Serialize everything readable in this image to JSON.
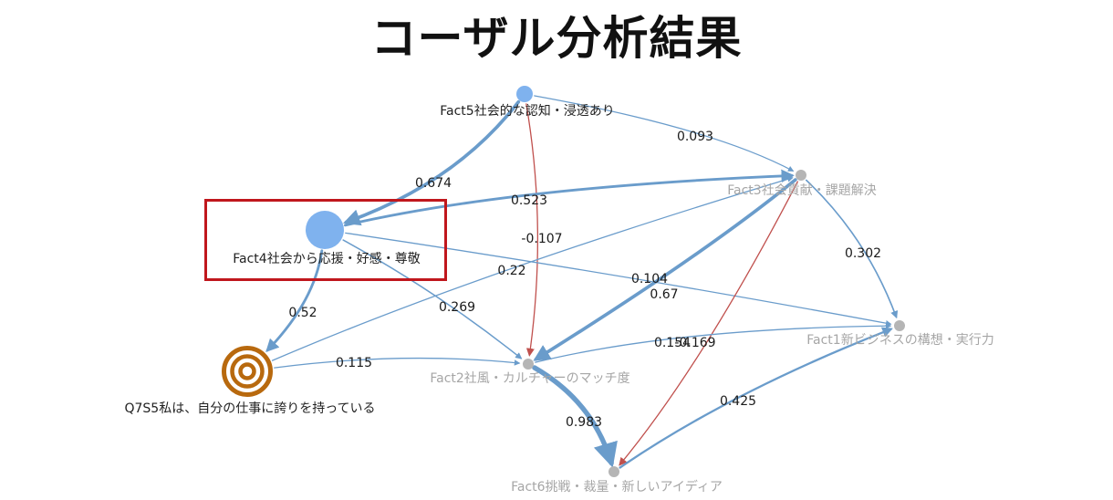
{
  "title": "コーザル分析結果",
  "colors": {
    "edge_blue": "#6a9ccb",
    "edge_red": "#c0504d",
    "node_blue": "#7fb2ee",
    "node_grey": "#b5b5b5",
    "target_ring": "#b8690e",
    "highlight": "#c0171d",
    "label_dark": "#222222",
    "label_grey": "#a6a6a6"
  },
  "nodes": [
    {
      "id": "fact5",
      "label": "Fact5社会的な認知・浸透あり",
      "kind": "blue",
      "style": "dark"
    },
    {
      "id": "fact4",
      "label": "Fact4社会から応援・好感・尊敬",
      "kind": "blue",
      "style": "dark"
    },
    {
      "id": "fact3",
      "label": "Fact3社会貢献・課題解決",
      "kind": "grey",
      "style": "grey"
    },
    {
      "id": "fact1",
      "label": "Fact1新ビジネスの構想・実行力",
      "kind": "grey",
      "style": "grey"
    },
    {
      "id": "fact2",
      "label": "Fact2社風・カルチャーのマッチ度",
      "kind": "grey",
      "style": "grey"
    },
    {
      "id": "fact6",
      "label": "Fact6挑戦・裁量・新しいアイディア",
      "kind": "grey",
      "style": "grey"
    },
    {
      "id": "q7",
      "label": "Q7S5私は、自分の仕事に誇りを持っている",
      "kind": "target",
      "style": "dark"
    }
  ],
  "edges": [
    {
      "from": "fact5",
      "to": "fact4",
      "label": "0.674",
      "color": "blue",
      "weight": 0.674
    },
    {
      "from": "fact5",
      "to": "fact3",
      "label": "0.093",
      "color": "blue",
      "weight": 0.093
    },
    {
      "from": "fact5",
      "to": "fact2",
      "label": "-0.107",
      "color": "red",
      "weight": 0.107
    },
    {
      "from": "fact4",
      "to": "fact3",
      "label": "0.523",
      "color": "blue",
      "weight": 0.523
    },
    {
      "from": "fact4",
      "to": "q7",
      "label": "0.52",
      "color": "blue",
      "weight": 0.52
    },
    {
      "from": "fact4",
      "to": "fact2",
      "label": "0.269",
      "color": "blue",
      "weight": 0.269
    },
    {
      "from": "fact4",
      "to": "fact1",
      "label": "0.104",
      "color": "blue",
      "weight": 0.104
    },
    {
      "from": "q7",
      "to": "fact3",
      "label": "0.22",
      "color": "blue",
      "weight": 0.22
    },
    {
      "from": "q7",
      "to": "fact2",
      "label": "0.115",
      "color": "blue",
      "weight": 0.115
    },
    {
      "from": "fact3",
      "to": "fact2",
      "label": "0.67",
      "color": "blue",
      "weight": 0.67
    },
    {
      "from": "fact3",
      "to": "fact1",
      "label": "0.302",
      "color": "blue",
      "weight": 0.302
    },
    {
      "from": "fact3",
      "to": "fact6",
      "label": "-0.169",
      "color": "red",
      "weight": 0.169
    },
    {
      "from": "fact2",
      "to": "fact1",
      "label": "0.154",
      "color": "blue",
      "weight": 0.154
    },
    {
      "from": "fact2",
      "to": "fact6",
      "label": "0.983",
      "color": "blue",
      "weight": 0.983
    },
    {
      "from": "fact6",
      "to": "fact1",
      "label": "0.425",
      "color": "blue",
      "weight": 0.425
    }
  ]
}
